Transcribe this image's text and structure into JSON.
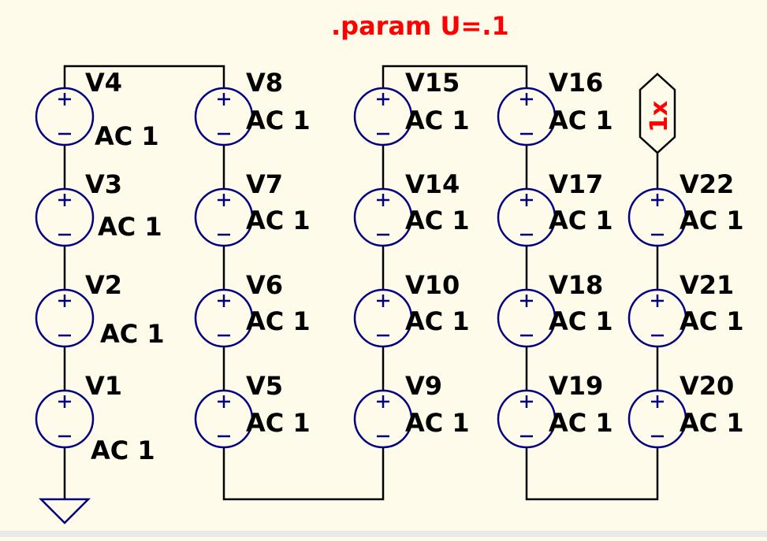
{
  "directive": ".param U=.1",
  "net_label": "1x",
  "colors": {
    "background": "#fffbeb",
    "component": "#000080",
    "wire": "#000000",
    "directive": "#ff0000"
  },
  "sources": [
    {
      "name": "V4",
      "value": "AC 1"
    },
    {
      "name": "V3",
      "value": "AC 1"
    },
    {
      "name": "V2",
      "value": "AC 1"
    },
    {
      "name": "V1",
      "value": "AC 1"
    },
    {
      "name": "V8",
      "value": "AC 1"
    },
    {
      "name": "V7",
      "value": "AC 1"
    },
    {
      "name": "V6",
      "value": "AC 1"
    },
    {
      "name": "V5",
      "value": "AC 1"
    },
    {
      "name": "V15",
      "value": "AC 1"
    },
    {
      "name": "V14",
      "value": "AC 1"
    },
    {
      "name": "V10",
      "value": "AC 1"
    },
    {
      "name": "V9",
      "value": "AC 1"
    },
    {
      "name": "V16",
      "value": "AC 1"
    },
    {
      "name": "V17",
      "value": "AC 1"
    },
    {
      "name": "V18",
      "value": "AC 1"
    },
    {
      "name": "V19",
      "value": "AC 1"
    },
    {
      "name": "V22",
      "value": "AC 1"
    },
    {
      "name": "V21",
      "value": "AC 1"
    },
    {
      "name": "V20",
      "value": "AC 1"
    }
  ]
}
